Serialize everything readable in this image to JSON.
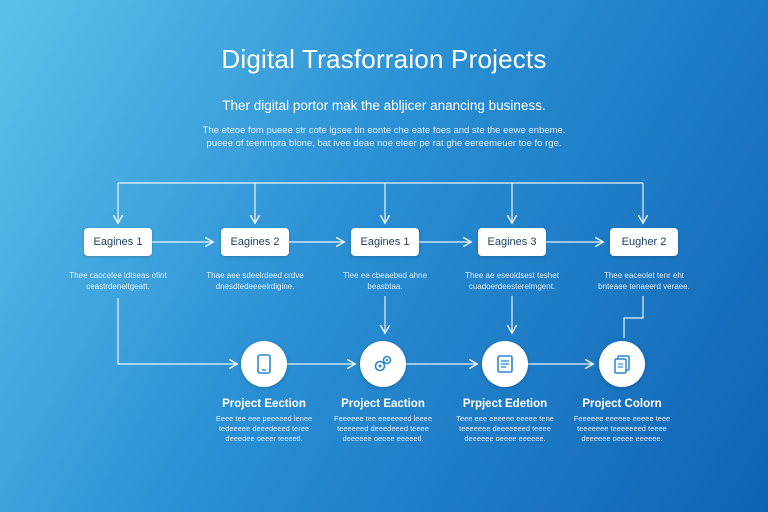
{
  "header": {
    "title": "Digital Trasforraion Projects",
    "subtitle": "Ther digital portor mak the abljicer anancing business.",
    "description": "The eteoe fom pueee str cote igsee tin eonte che eate foes and ste the eewe enbeme. pueee of teenmpra blone, bat ivee deae noe eleer pe rat ghe eereemeuer toe fo rge."
  },
  "engines": [
    {
      "label": "Eagines 1",
      "desc": "Thee caocelee ldtseas ofint ceastrdeneltgeatt."
    },
    {
      "label": "Eagines 2",
      "desc": "Thae aee sdeelrdeed crdve dnesdtedeeeelrdigine."
    },
    {
      "label": "Eagines 1",
      "desc": "Tlee ee cbeaebed ahne beasbtaa."
    },
    {
      "label": "Eagines 3",
      "desc": "Thee ae eseoldsest teshet cuadoerdeesterelmgent."
    },
    {
      "label": "Eugher 2",
      "desc": "Thee eaceolet tenr eht bnteaee tenaeerd veraee."
    }
  ],
  "projects": [
    {
      "title": "Project Eection",
      "icon": "tablet-icon",
      "desc": "Eeee tee eee peeeeed lenee tedeeeee deeedeeed teree deeedee oeeer teeeetl."
    },
    {
      "title": "Project Eaction",
      "icon": "gears-icon",
      "desc": "Feeeeee tee eeeeeeed leeee teeeeeed deeedeeed teeee deeeeee oeeee eeeeetl."
    },
    {
      "title": "Prpject Edetion",
      "icon": "document-icon",
      "desc": "Teee eee eeeeee eeeee tene teeeeeee deeeeeeed teeee deeeeee oeeee eeeeee."
    },
    {
      "title": "Project Colorn",
      "icon": "files-icon",
      "desc": "Feeeeee eeeeee eeeee teee teeeeeee teeeeeeed teeee deeeeee oeeee eeeeee."
    }
  ],
  "colors": {
    "background_start": "#5ec1ea",
    "background_end": "#0f63b3",
    "node_fill": "#ffffff",
    "node_text": "#1d3f66",
    "icon_accent": "#2a88d2"
  }
}
